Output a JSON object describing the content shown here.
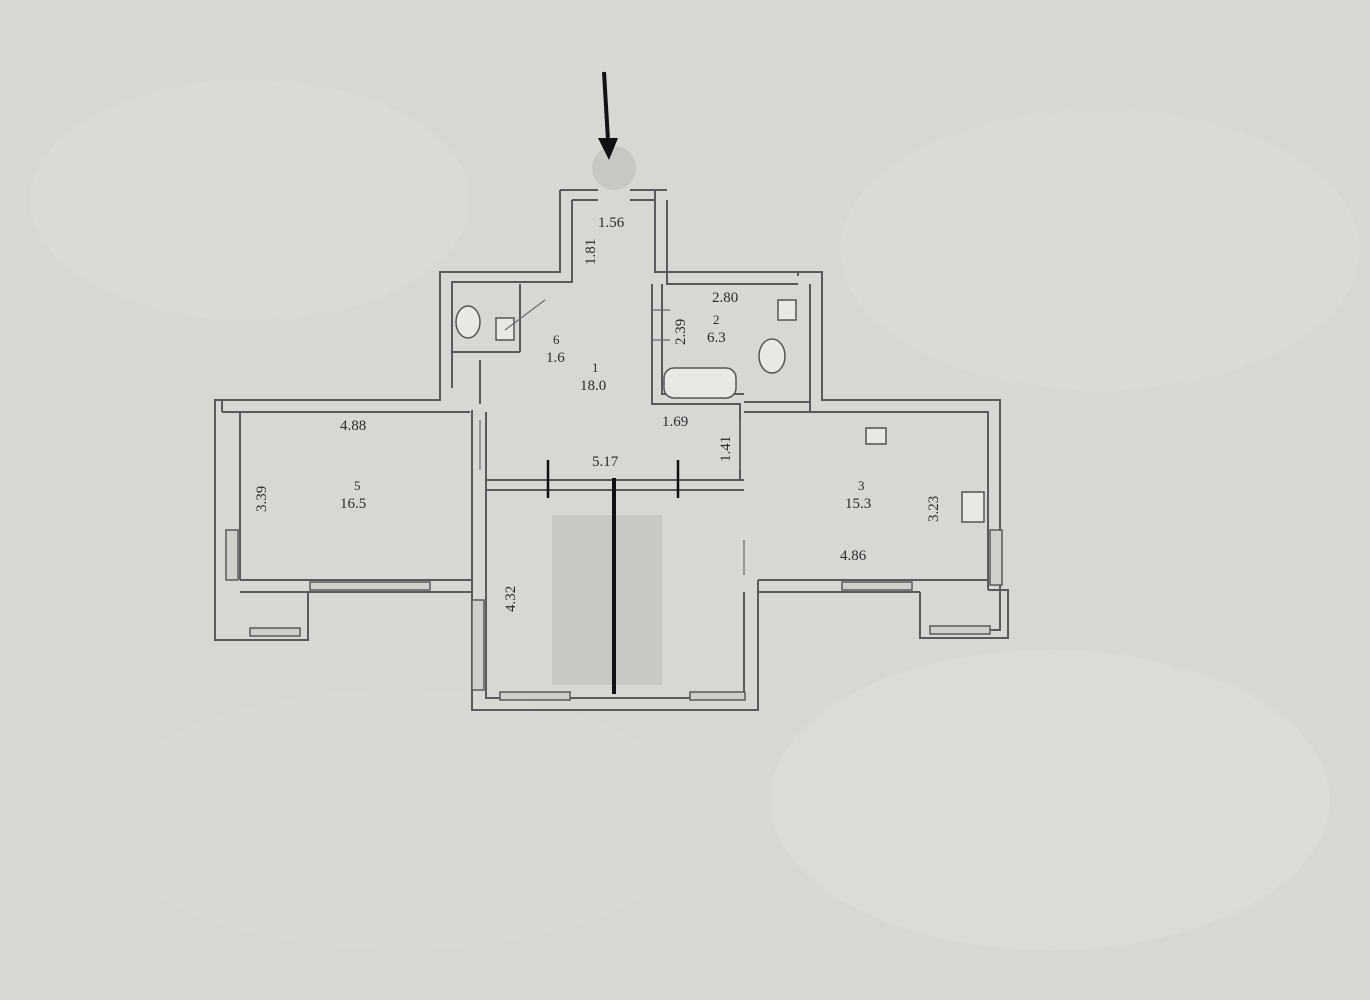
{
  "plan": {
    "dimensions": {
      "corridor_top_width": "1.56",
      "corridor_top_depth": "1.81",
      "bath_width": "2.80",
      "bath_depth": "2.39",
      "hall_lower": "1.69",
      "hall_side": "1.41",
      "left_room_width": "4.88",
      "left_room_depth": "3.39",
      "living_width": "5.17",
      "living_depth": "4.32",
      "right_room_width": "4.86",
      "right_room_depth": "3.23"
    },
    "rooms": [
      {
        "number": "1",
        "area": "18.0"
      },
      {
        "number": "2",
        "area": "6.3"
      },
      {
        "number": "3",
        "area": "15.3"
      },
      {
        "number": "5",
        "area": "16.5"
      },
      {
        "number": "6",
        "area": "1.6"
      }
    ]
  }
}
